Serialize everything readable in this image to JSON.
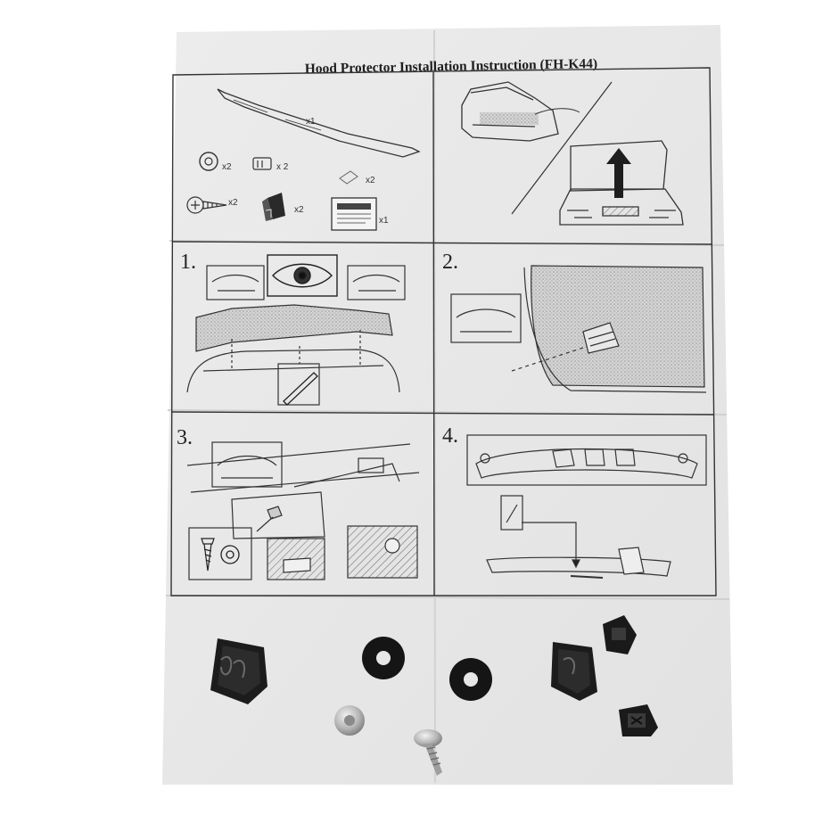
{
  "document": {
    "title": "Hood Protector Installation Instruction (FH-K44)",
    "parts": {
      "deflector_qty": "x1",
      "washer_qty": "x2",
      "clip_qty": "x 2",
      "pad_qty": "x2",
      "screw_qty": "x2",
      "bracket_qty": "x2",
      "card_qty": "x1"
    },
    "steps": [
      "1.",
      "2.",
      "3.",
      "4."
    ]
  },
  "colors": {
    "paper": "#e9e9e9",
    "ink": "#2a2a2a",
    "shadow": "#c9c9c9",
    "plastic": "#1c1c1c"
  },
  "icons": [
    "eye-icon",
    "pencil-icon",
    "arrow-up-icon",
    "screw-icon",
    "washer-icon",
    "clip-icon"
  ]
}
